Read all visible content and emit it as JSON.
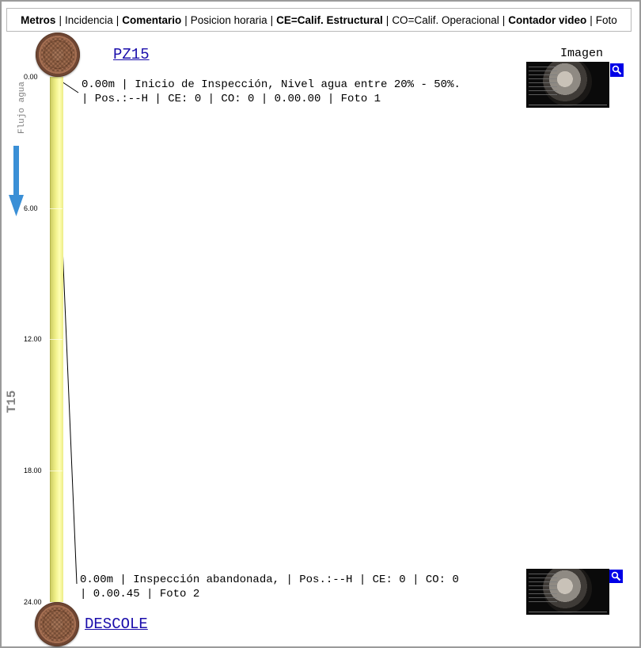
{
  "legend": [
    {
      "text": "Metros",
      "bold": true
    },
    {
      "text": "Incidencia",
      "bold": false
    },
    {
      "text": "Comentario",
      "bold": true
    },
    {
      "text": "Posicion horaria",
      "bold": false
    },
    {
      "text": "CE=Calif. Estructural",
      "bold": true
    },
    {
      "text": "CO=Calif. Operacional",
      "bold": false
    },
    {
      "text": "Contador video",
      "bold": true
    },
    {
      "text": "Foto",
      "bold": false
    }
  ],
  "legend_separator": "|",
  "start_node": {
    "name": "PZ15"
  },
  "end_node": {
    "name": "DESCOLE"
  },
  "pipe": {
    "name": "T15",
    "flow_label": "Flujo agua",
    "flow_arrow_color": "#3a8fd6",
    "pipe_color": "#f2f28c"
  },
  "scale": {
    "ticks": [
      "0.00",
      "6.00",
      "12.00",
      "18.00",
      "24.00"
    ]
  },
  "image_column_header": "Imagen",
  "entries": [
    {
      "line1": "0.00m | Inicio de Inspección, Nivel agua  entre 20% - 50%.",
      "line2": "| Pos.:--H | CE: 0 | CO: 0 | 0.00.00 | Foto 1",
      "thumbnail_icon": "camera-frame-icon",
      "zoom_icon": "magnifier-icon"
    },
    {
      "line1": "0.00m | Inspección abandonada, | Pos.:--H | CE: 0 | CO: 0",
      "line2": "| 0.00.45 | Foto 2",
      "thumbnail_icon": "camera-frame-icon",
      "zoom_icon": "magnifier-icon"
    }
  ]
}
